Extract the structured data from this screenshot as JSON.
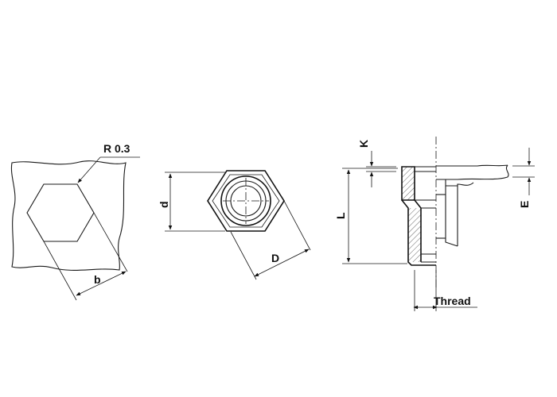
{
  "labels": {
    "radius": "R 0.3",
    "b": "b",
    "d": "d",
    "D": "D",
    "K": "K",
    "L": "L",
    "E": "E",
    "thread": "Thread"
  }
}
